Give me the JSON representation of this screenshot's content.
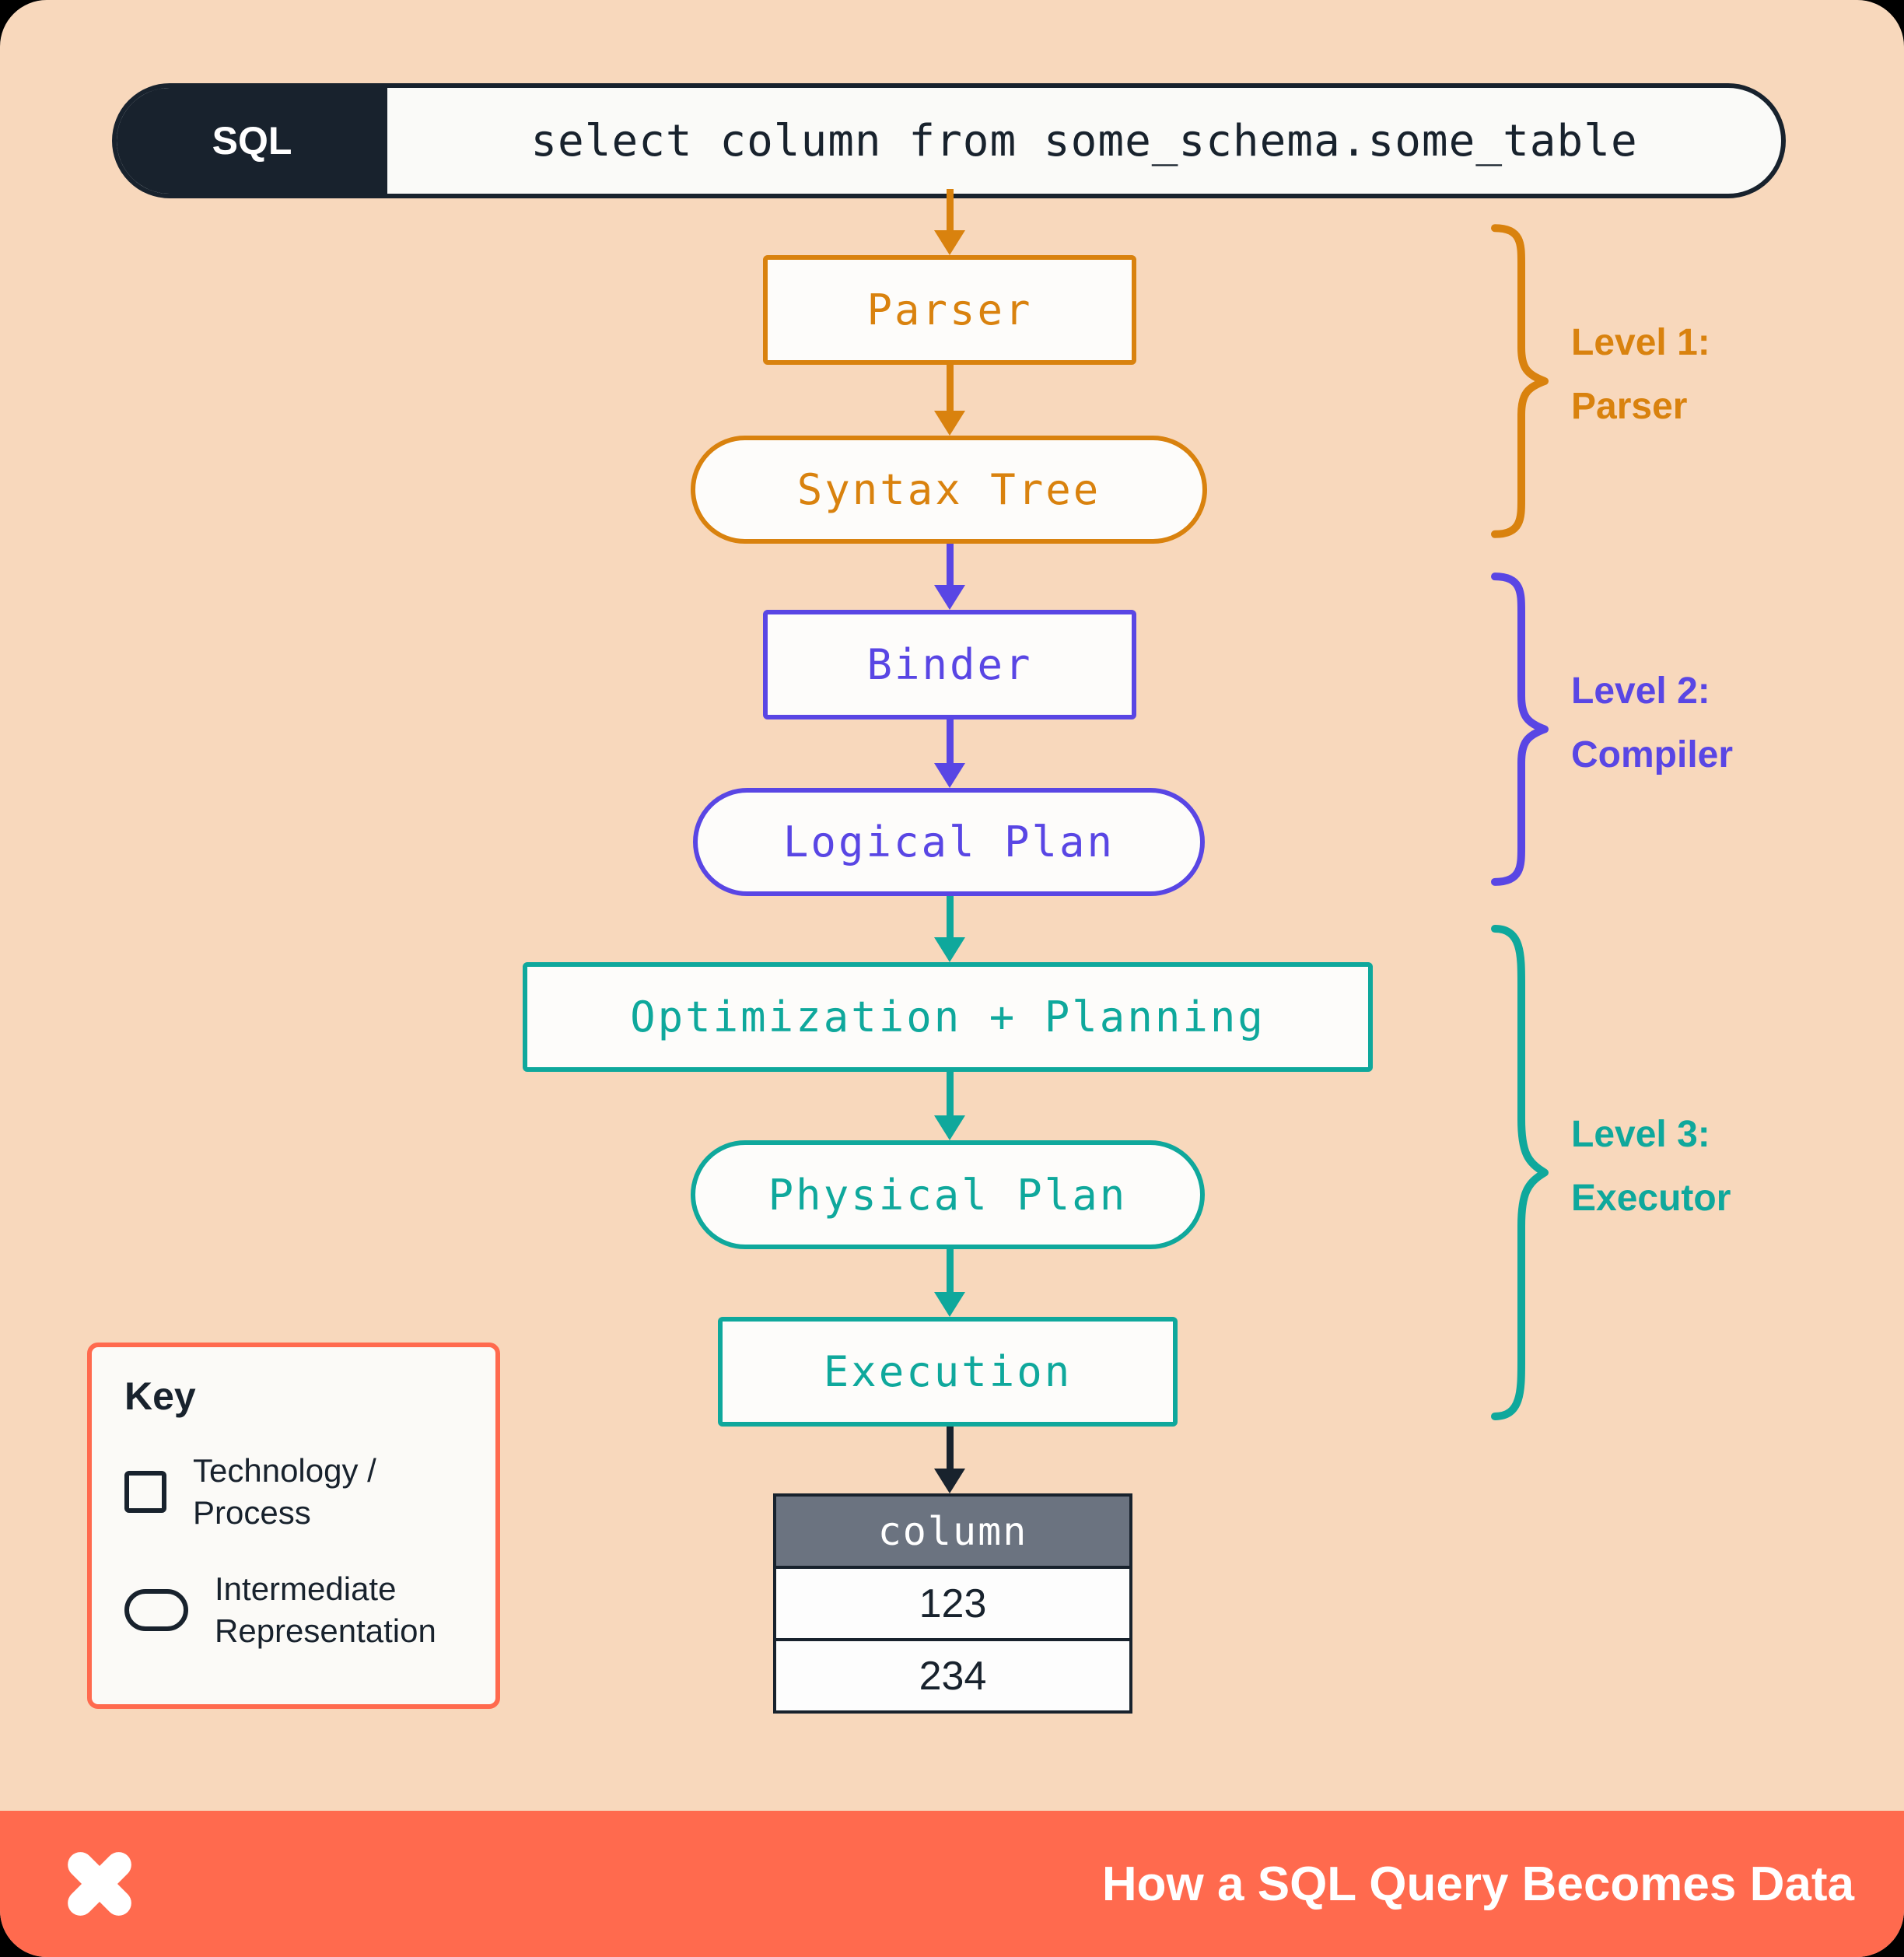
{
  "colors": {
    "page": "#000000",
    "card_bg": "#F8D8BC",
    "navy": "#18222D",
    "orange": "#D9820E",
    "purple": "#5946E4",
    "teal": "#0FA89C",
    "tomato": "#FF6A4E",
    "table_header_bg": "#6B7380"
  },
  "sql_bar": {
    "tag": "SQL",
    "query": "select column from some_schema.some_table"
  },
  "flow": {
    "nodes": [
      {
        "id": "parser",
        "label": "Parser",
        "shape": "rect",
        "color": "orange"
      },
      {
        "id": "syntax-tree",
        "label": "Syntax Tree",
        "shape": "pill",
        "color": "orange"
      },
      {
        "id": "binder",
        "label": "Binder",
        "shape": "rect",
        "color": "purple"
      },
      {
        "id": "logical-plan",
        "label": "Logical Plan",
        "shape": "pill",
        "color": "purple"
      },
      {
        "id": "optimization-planning",
        "label": "Optimization + Planning",
        "shape": "rect",
        "color": "teal"
      },
      {
        "id": "physical-plan",
        "label": "Physical Plan",
        "shape": "pill",
        "color": "teal"
      },
      {
        "id": "execution",
        "label": "Execution",
        "shape": "rect",
        "color": "teal"
      }
    ]
  },
  "levels": [
    {
      "line1": "Level 1:",
      "line2": "Parser"
    },
    {
      "line1": "Level 2:",
      "line2": "Compiler"
    },
    {
      "line1": "Level 3:",
      "line2": "Executor"
    }
  ],
  "result_table": {
    "header": "column",
    "rows": [
      "123",
      "234"
    ]
  },
  "key": {
    "title": "Key",
    "items": [
      {
        "shape": "rect",
        "line1": "Technology /",
        "line2": "Process"
      },
      {
        "shape": "pill",
        "line1": "Intermediate",
        "line2": "Representation"
      }
    ]
  },
  "footer": {
    "title": "How a SQL Query Becomes Data"
  }
}
